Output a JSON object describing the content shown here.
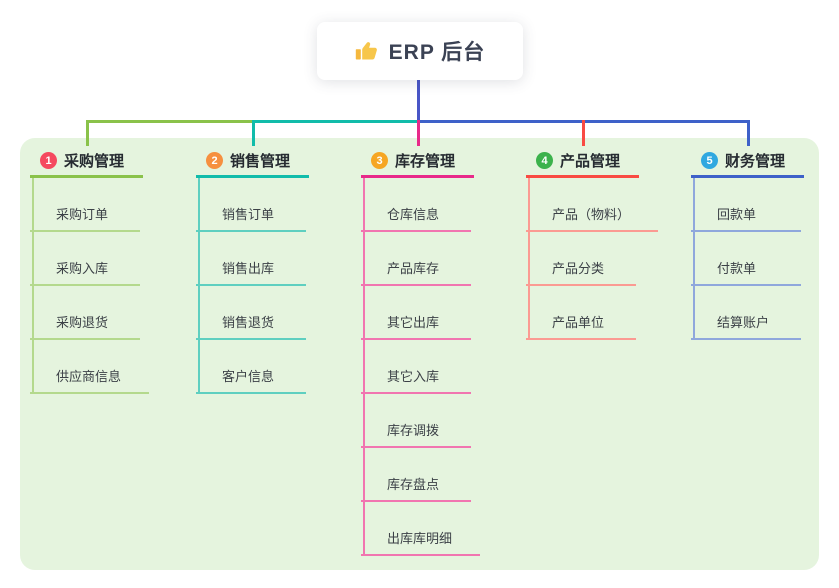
{
  "root": {
    "label": "ERP 后台",
    "icon": "thumbs-up-icon"
  },
  "branches": [
    {
      "index": "1",
      "label": "采购管理",
      "badge_color": "#f5495f",
      "line_color": "#8ac24a",
      "child_line_color": "#b4d98d",
      "children": [
        "采购订单",
        "采购入库",
        "采购退货",
        "供应商信息"
      ]
    },
    {
      "index": "2",
      "label": "销售管理",
      "badge_color": "#f6903f",
      "line_color": "#11bcaa",
      "child_line_color": "#5fcfc0",
      "children": [
        "销售订单",
        "销售出库",
        "销售退货",
        "客户信息"
      ]
    },
    {
      "index": "3",
      "label": "库存管理",
      "badge_color": "#f6a623",
      "line_color": "#e82a8a",
      "child_line_color": "#f175b0",
      "children": [
        "仓库信息",
        "产品库存",
        "其它出库",
        "其它入库",
        "库存调拨",
        "库存盘点",
        "出库库明细"
      ]
    },
    {
      "index": "4",
      "label": "产品管理",
      "badge_color": "#3cb24c",
      "line_color": "#f94b43",
      "child_line_color": "#fb9a92",
      "children": [
        "产品（物料）",
        "产品分类",
        "产品单位"
      ]
    },
    {
      "index": "5",
      "label": "财务管理",
      "badge_color": "#30a8e0",
      "line_color": "#3e61c9",
      "child_line_color": "#8fa7dc",
      "children": [
        "回款单",
        "付款单",
        "结算账户"
      ]
    }
  ],
  "connectors": {
    "root_line": "#4956c7"
  },
  "colors": {
    "page_bg": "#ffffff",
    "panel_bg": "#e5f4de",
    "root_card_bg": "#ffffff",
    "thumb_icon": "#f5b83d"
  }
}
